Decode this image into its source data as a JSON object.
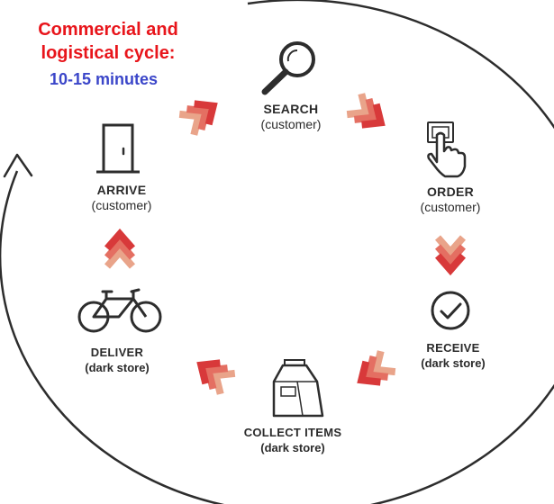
{
  "title": {
    "line1": "Commercial and",
    "line2": "logistical cycle:",
    "duration": "10-15 minutes"
  },
  "steps": [
    {
      "label": "SEARCH",
      "actor": "(customer)",
      "icon": "magnifier-icon"
    },
    {
      "label": "ORDER",
      "actor": "(customer)",
      "icon": "finger-press-icon"
    },
    {
      "label": "RECEIVE",
      "actor": "(dark store)",
      "icon": "check-circle-icon"
    },
    {
      "label": "COLLECT ITEMS",
      "actor": "(dark store)",
      "icon": "shopping-bag-icon"
    },
    {
      "label": "DELIVER",
      "actor": "(dark store)",
      "icon": "bicycle-icon"
    },
    {
      "label": "ARRIVE",
      "actor": "(customer)",
      "icon": "door-icon"
    }
  ],
  "colors": {
    "title_red": "#e8151b",
    "title_blue": "#3b46c9",
    "chevron_dark": "#d8393a",
    "chevron_mid": "#e46f62",
    "chevron_light": "#e9a48a",
    "cycle_stroke": "#2d2d2d",
    "icon_stroke": "#2d2d2d"
  }
}
